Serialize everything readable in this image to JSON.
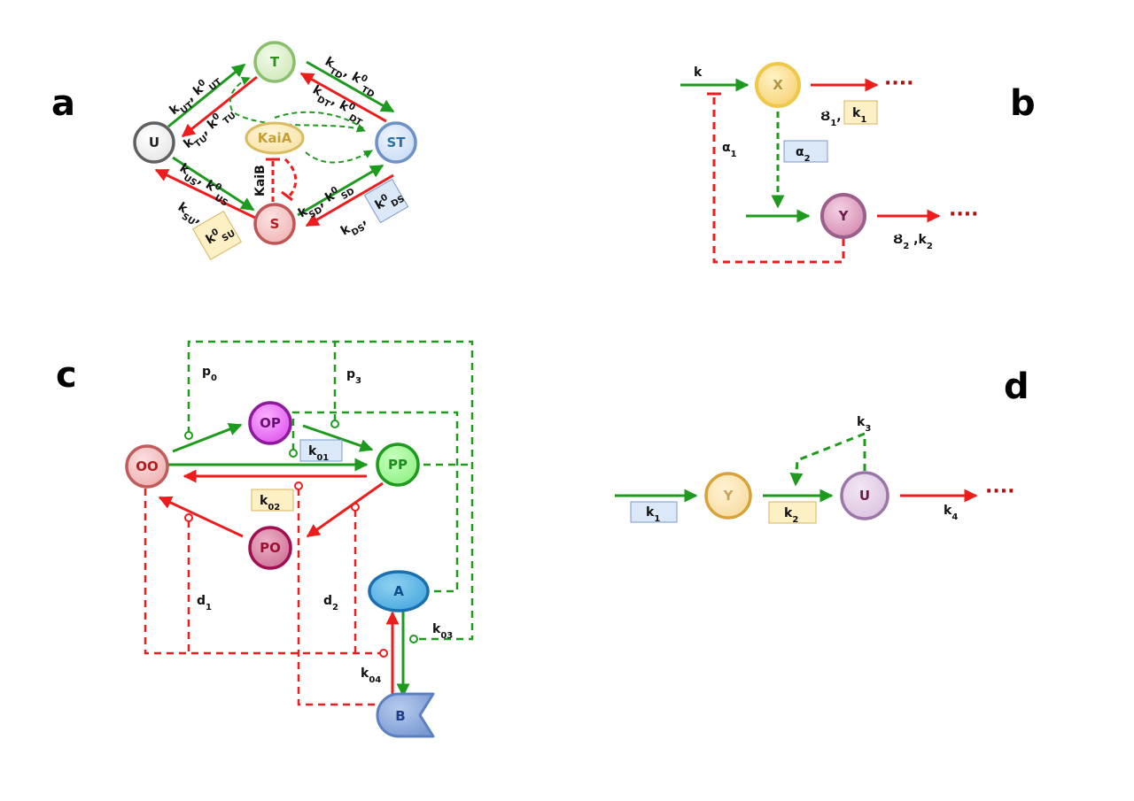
{
  "colors": {
    "green": "#1e9a1e",
    "red": "#ee1c1c",
    "box_blue_fill": "#dbe8f7",
    "box_blue_stroke": "#7a99c8",
    "box_yellow_fill": "#fdf0c4",
    "box_yellow_stroke": "#d6b35c"
  },
  "panels": {
    "a": "a",
    "b": "b",
    "c": "c",
    "d": "d"
  },
  "a": {
    "nodes": {
      "T": "T",
      "U": "U",
      "ST": "ST",
      "S": "S",
      "KaiA": "KaiA"
    },
    "kaib": "KaiB",
    "rates": {
      "ut": [
        "k",
        "UT",
        ", k",
        "0",
        "UT"
      ],
      "tu": [
        "k",
        "TU",
        ", k",
        "0",
        "TU"
      ],
      "td": [
        "k",
        "TD",
        ", k",
        "0",
        "TD"
      ],
      "dt": [
        "k",
        "DT",
        ", k",
        "0",
        "DT"
      ],
      "us": [
        "k",
        "US",
        ", k",
        "0",
        "US"
      ],
      "su": [
        "k",
        "SU",
        ","
      ],
      "su_box": [
        "k",
        "0",
        "SU"
      ],
      "sd": [
        "k",
        "SD",
        ", k",
        "0",
        "SD"
      ],
      "ds": [
        "k",
        "DS",
        ","
      ],
      "ds_box": [
        "k",
        "0",
        "DS"
      ]
    }
  },
  "b": {
    "nodes": {
      "X": "X",
      "Y": "Y"
    },
    "k": "k",
    "alpha1": [
      "α",
      "1"
    ],
    "alpha2": [
      "α",
      "2"
    ],
    "x_out": [
      "Ȣ",
      "1",
      ","
    ],
    "x_box": [
      "k",
      "1"
    ],
    "y_out": [
      "Ȣ",
      "2",
      " ,k",
      "2"
    ],
    "dots": "····"
  },
  "c": {
    "nodes": {
      "OO": "OO",
      "OP": "OP",
      "PP": "PP",
      "PO": "PO",
      "A": "A",
      "B": "B"
    },
    "p0": [
      "p",
      "0"
    ],
    "p3": [
      "p",
      "3"
    ],
    "k01": [
      "k",
      "01"
    ],
    "k02": [
      "k",
      "02"
    ],
    "k03": [
      "k",
      "03"
    ],
    "k04": [
      "k",
      "04"
    ],
    "d1": [
      "d",
      "1"
    ],
    "d2": [
      "d",
      "2"
    ]
  },
  "d": {
    "nodes": {
      "Y": "Y",
      "U": "U"
    },
    "k1": [
      "k",
      "1"
    ],
    "k2": [
      "k",
      "2"
    ],
    "k3": [
      "k",
      "3"
    ],
    "k4": [
      "k",
      "4"
    ],
    "dots": "····"
  }
}
